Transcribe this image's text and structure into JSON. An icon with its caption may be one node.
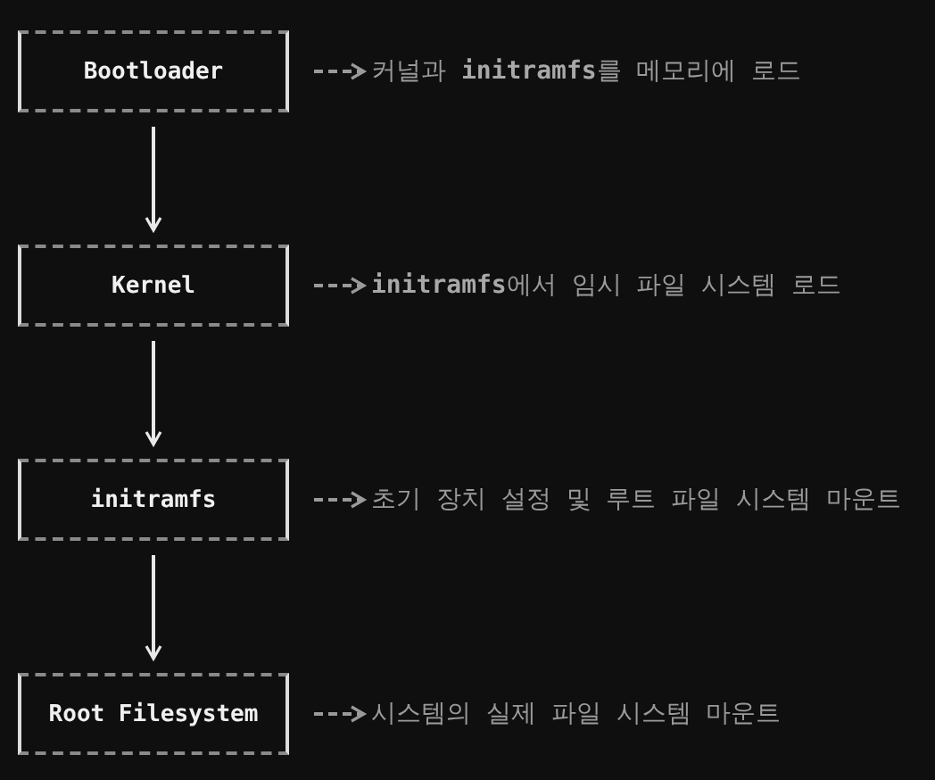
{
  "diagram": {
    "nodes": [
      {
        "text": [
          "Bootloader"
        ]
      },
      {
        "text": [
          "Kernel"
        ]
      },
      {
        "text": [
          "initramfs"
        ]
      },
      {
        "text": [
          "Root Filesystem"
        ]
      },
      {
        "text": [
          "커널과 **initramfs**를 메모리에 로드"
        ]
      },
      {
        "text": [
          "**initramfs**에서 임시 파일 시스템 로드"
        ]
      },
      {
        "text": [
          "초기 장치 설정 및 루트 파일 시스템 마운트"
        ]
      },
      {
        "text": [
          "시스템의 실제 파일 시스템 마운트"
        ]
      }
    ],
    "edges": [
      {
        "from": 0,
        "to": 1,
        "arrow": "to"
      },
      {
        "from": 1,
        "to": 2,
        "arrow": "to"
      },
      {
        "from": 2,
        "to": 3,
        "arrow": "to"
      },
      {
        "from": 0,
        "to": 4,
        "arrow": "to",
        "style": "dashed",
        "color": "#9a9a9a"
      },
      {
        "from": 1,
        "to": 5,
        "arrow": "to",
        "style": "dashed",
        "color": "#9a9a9a"
      },
      {
        "from": 2,
        "to": 6,
        "arrow": "to",
        "style": "dashed",
        "color": "#9a9a9a"
      },
      {
        "from": 3,
        "to": 7,
        "arrow": "to",
        "style": "dashed",
        "color": "#9a9a9a"
      }
    ]
  }
}
